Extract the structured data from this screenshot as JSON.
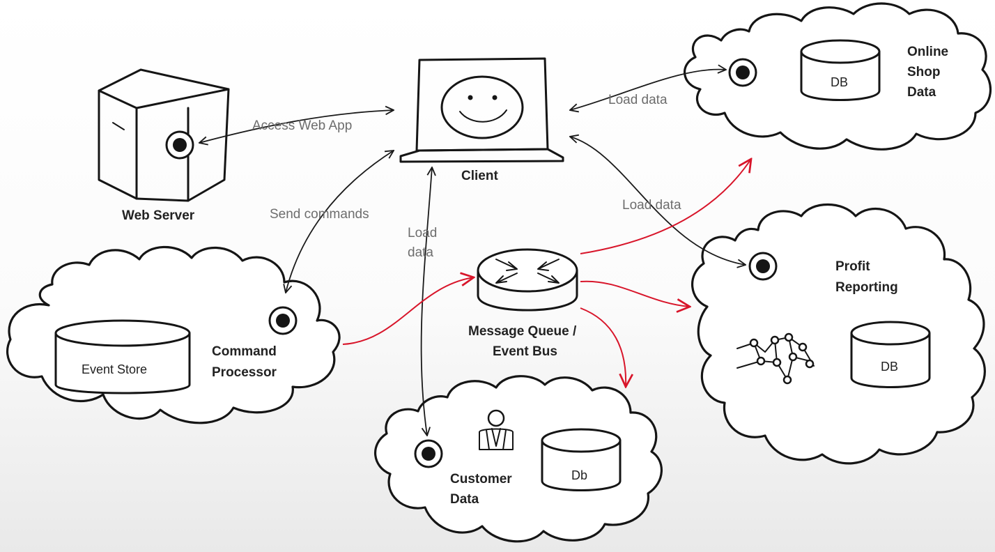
{
  "nodes": {
    "client": "Client",
    "web_server": "Web Server",
    "event_store": "Event Store",
    "command_processor": [
      "Command",
      "Processor"
    ],
    "message_queue": [
      "Message Queue /",
      "Event Bus"
    ],
    "online_shop": [
      "Online",
      "Shop",
      "Data"
    ],
    "online_shop_db": "DB",
    "profit_reporting": [
      "Profit",
      "Reporting"
    ],
    "profit_db": "DB",
    "customer_data": [
      "Customer",
      "Data"
    ],
    "customer_db": "Db"
  },
  "edges": {
    "access_web_app": "Access Web App",
    "send_commands": "Send commands",
    "load_data_customer": [
      "Load",
      "data"
    ],
    "load_data_shop": "Load data",
    "load_data_profit": "Load data"
  },
  "colors": {
    "ink": "#151515",
    "event_arrow": "#d8152a",
    "edge_label": "#6d6d6d"
  }
}
